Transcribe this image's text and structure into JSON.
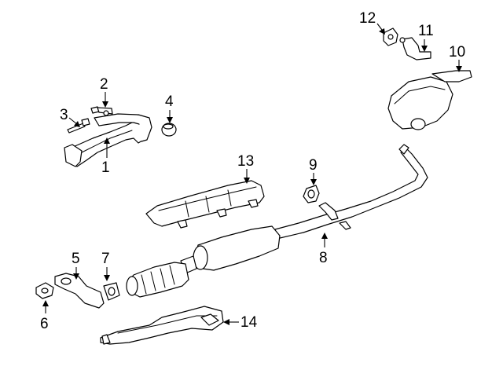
{
  "diagram": {
    "callouts": [
      {
        "id": 1,
        "label": "1",
        "part": "front-exhaust-pipe"
      },
      {
        "id": 2,
        "label": "2",
        "part": "stud"
      },
      {
        "id": 3,
        "label": "3",
        "part": "bolt"
      },
      {
        "id": 4,
        "label": "4",
        "part": "gasket-ring"
      },
      {
        "id": 5,
        "label": "5",
        "part": "flange-bracket"
      },
      {
        "id": 6,
        "label": "6",
        "part": "gasket"
      },
      {
        "id": 7,
        "label": "7",
        "part": "gasket"
      },
      {
        "id": 8,
        "label": "8",
        "part": "intermediate-pipe"
      },
      {
        "id": 9,
        "label": "9",
        "part": "hanger"
      },
      {
        "id": 10,
        "label": "10",
        "part": "muffler"
      },
      {
        "id": 11,
        "label": "11",
        "part": "bracket"
      },
      {
        "id": 12,
        "label": "12",
        "part": "hanger"
      },
      {
        "id": 13,
        "label": "13",
        "part": "heat-shield"
      },
      {
        "id": 14,
        "label": "14",
        "part": "heat-shield"
      }
    ]
  }
}
